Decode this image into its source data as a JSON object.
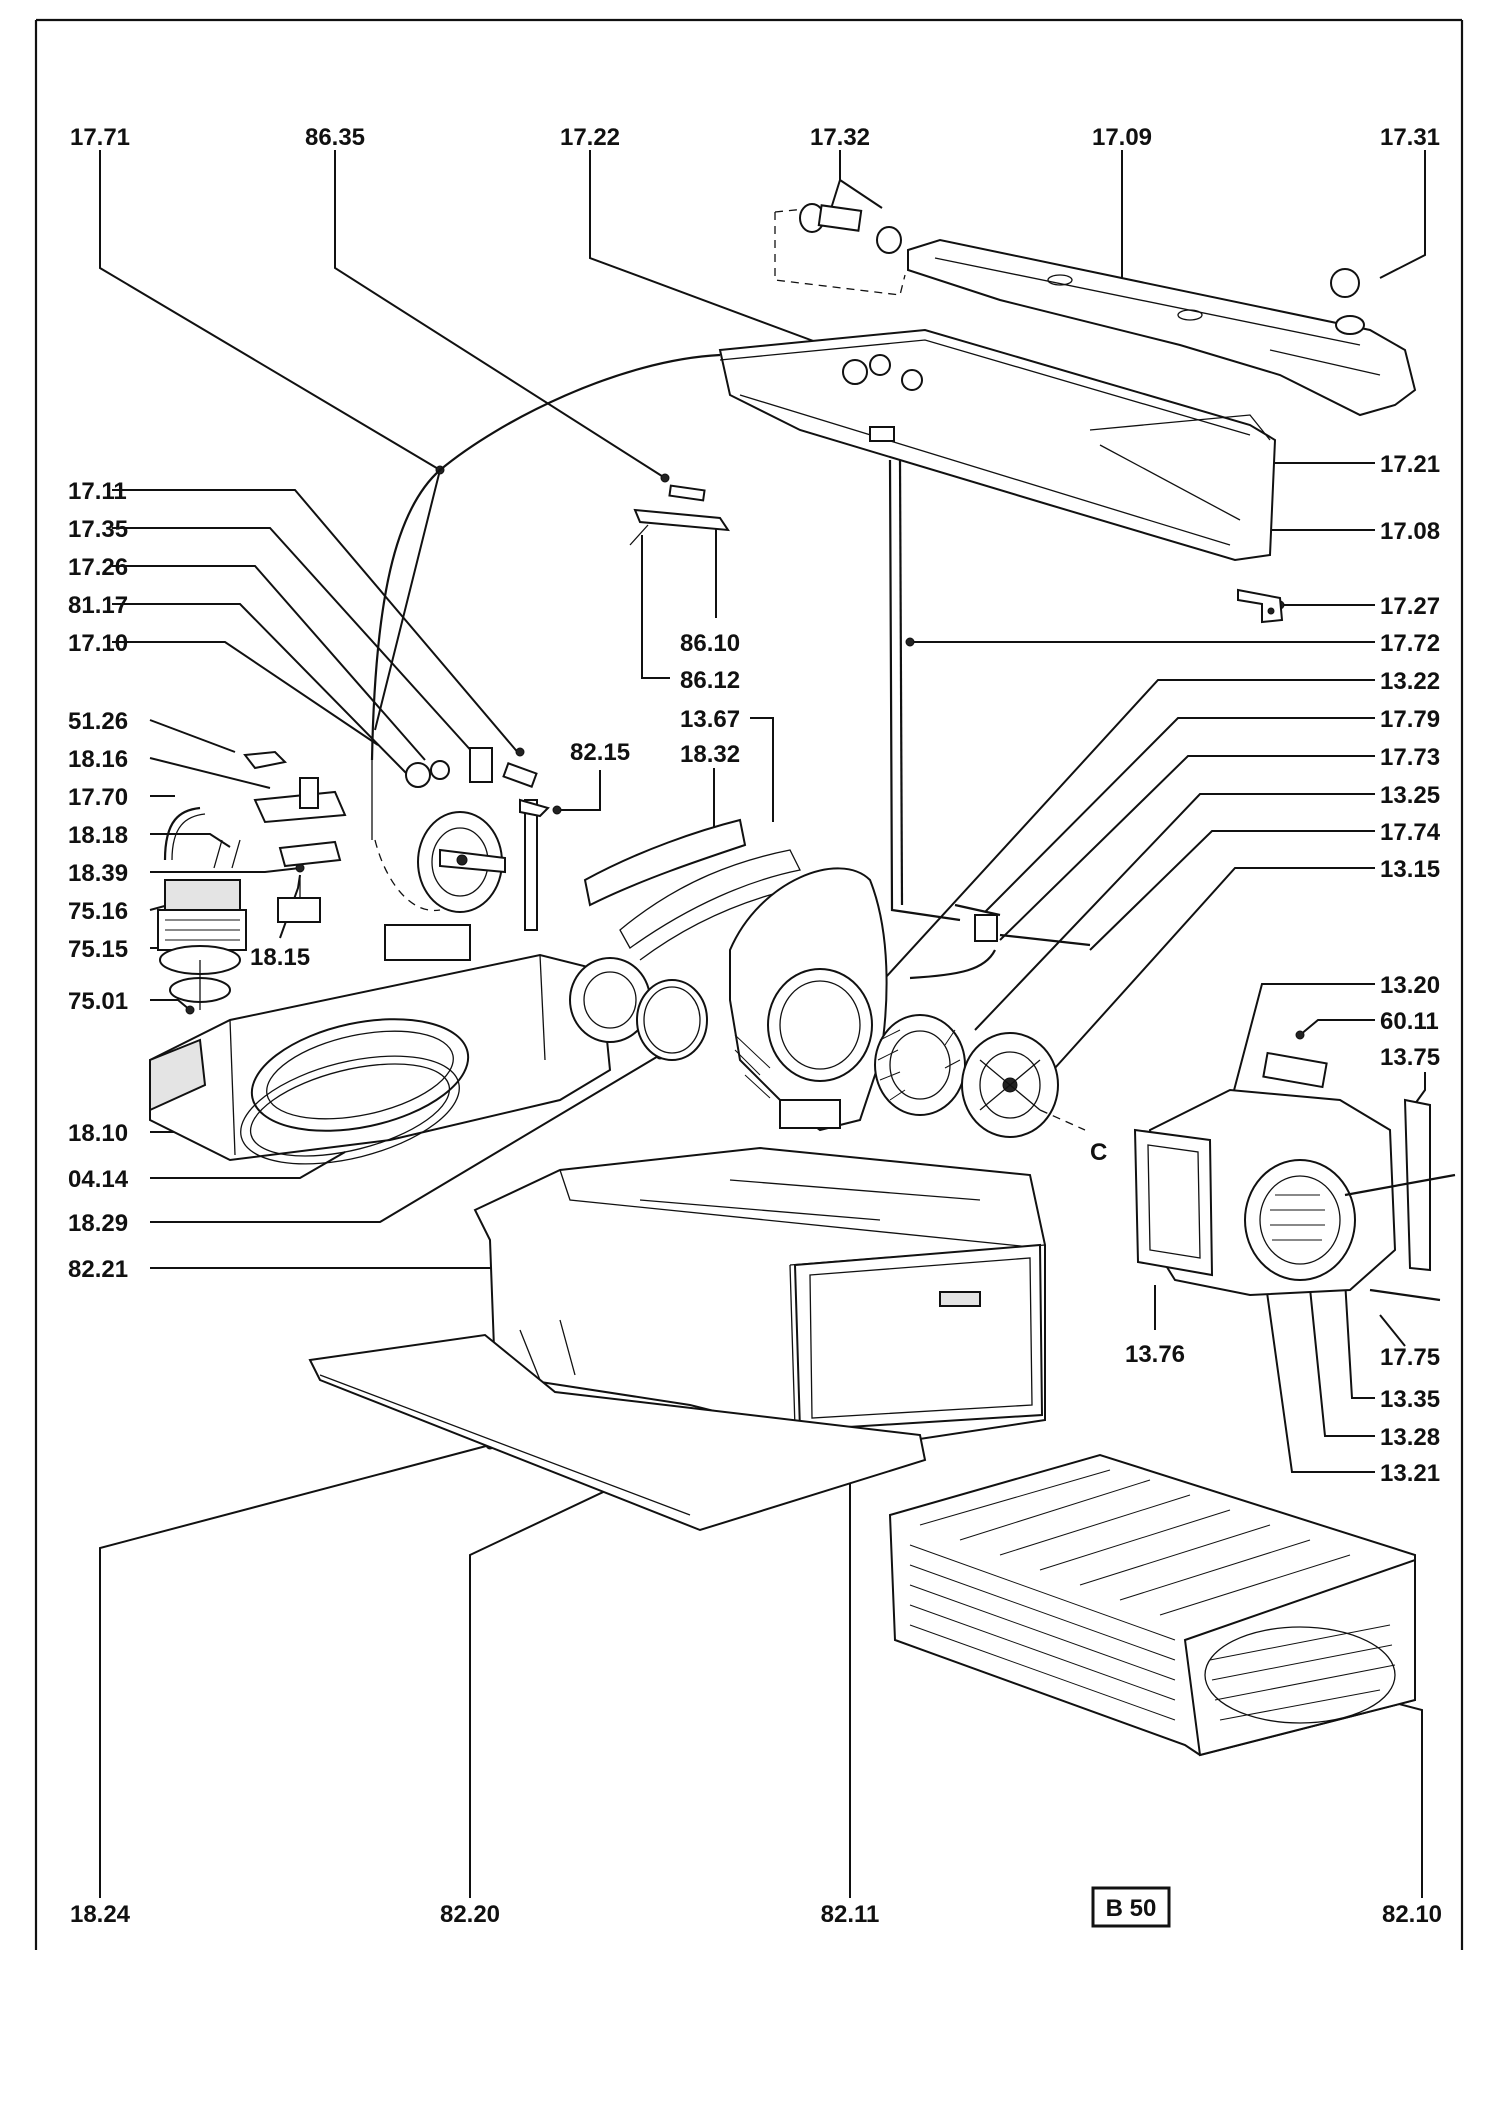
{
  "diagram": {
    "page_badge": "B 50",
    "marker_c": "C",
    "labels": [
      "17.71",
      "86.35",
      "17.22",
      "17.32",
      "17.09",
      "17.31",
      "17.21",
      "17.08",
      "17.27",
      "17.72",
      "17.11",
      "17.35",
      "17.26",
      "81.17",
      "17.10",
      "86.10",
      "86.12",
      "13.22",
      "17.79",
      "17.73",
      "13.25",
      "17.74",
      "13.15",
      "51.26",
      "18.16",
      "17.70",
      "18.18",
      "18.39",
      "75.16",
      "75.15",
      "75.01",
      "82.15",
      "13.67",
      "18.32",
      "18.15",
      "13.20",
      "60.11",
      "13.75",
      "18.10",
      "04.14",
      "18.29",
      "82.21",
      "13.76",
      "17.75",
      "13.35",
      "13.28",
      "13.21",
      "18.24",
      "82.20",
      "82.11",
      "82.10"
    ]
  }
}
